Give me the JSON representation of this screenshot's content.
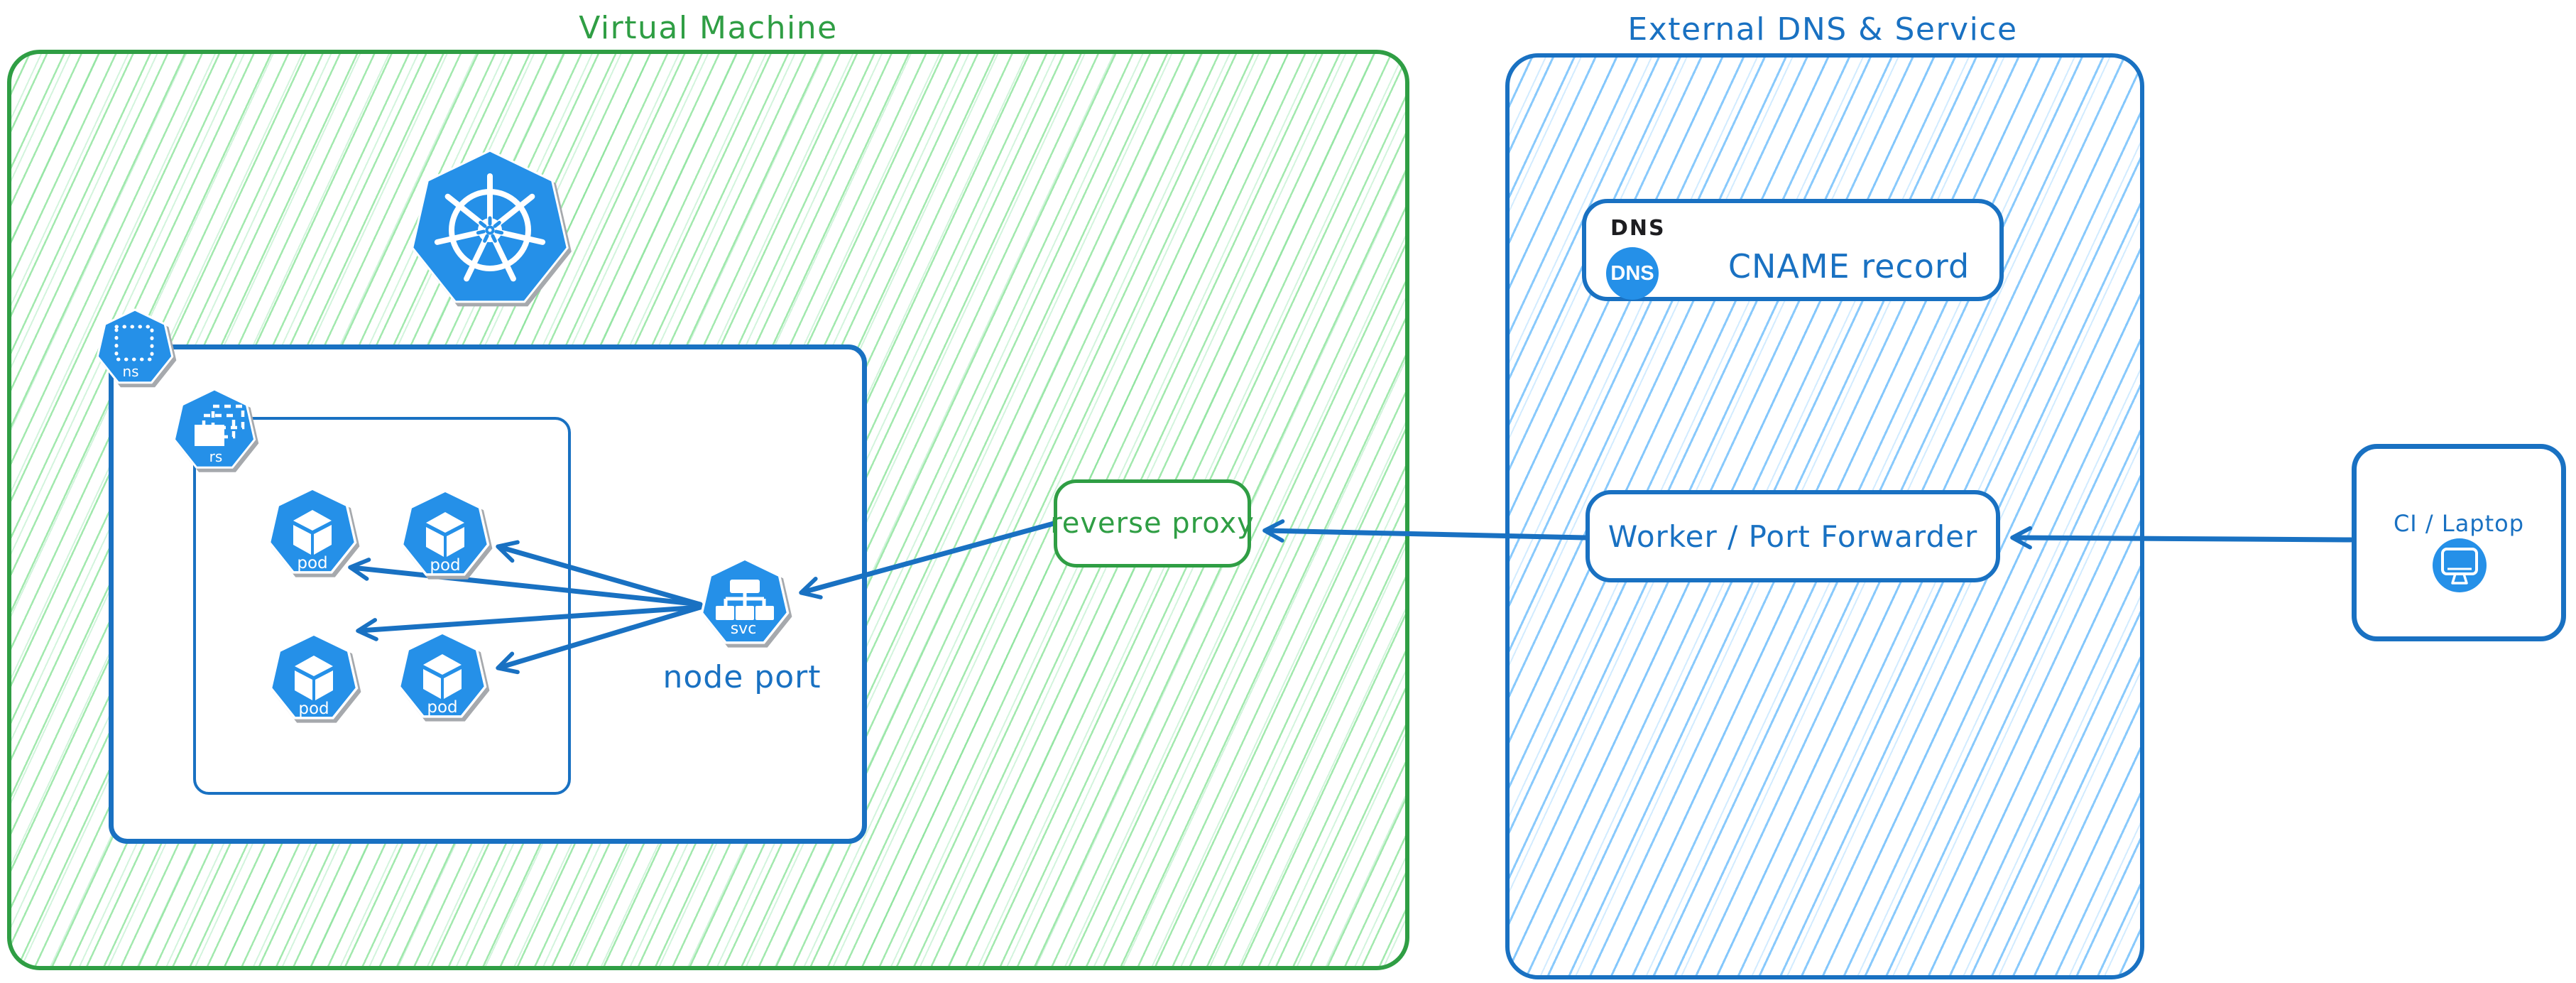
{
  "vm": {
    "title": "Virtual Machine"
  },
  "external": {
    "title": "External DNS & Service"
  },
  "k8s": {
    "ns_label": "ns",
    "rs_label": "rs",
    "pod_label": "pod",
    "svc_label": "svc",
    "node_port_label": "node port"
  },
  "nodes": {
    "reverse_proxy": {
      "label": "reverse proxy"
    },
    "dns": {
      "tag": "DNS",
      "icon_label": "DNS",
      "record": "CNAME record"
    },
    "worker": {
      "label": "Worker / Port Forwarder"
    },
    "ci": {
      "label": "CI / Laptop"
    }
  },
  "colors": {
    "green": "#2f9e44",
    "green_hatch": "#69db7c",
    "blue": "#1971c2",
    "blue_hatch": "#74c0fc",
    "icon_blue": "#2590e8",
    "shadow_gray": "#a6a9ad",
    "black": "#1d1d20"
  }
}
